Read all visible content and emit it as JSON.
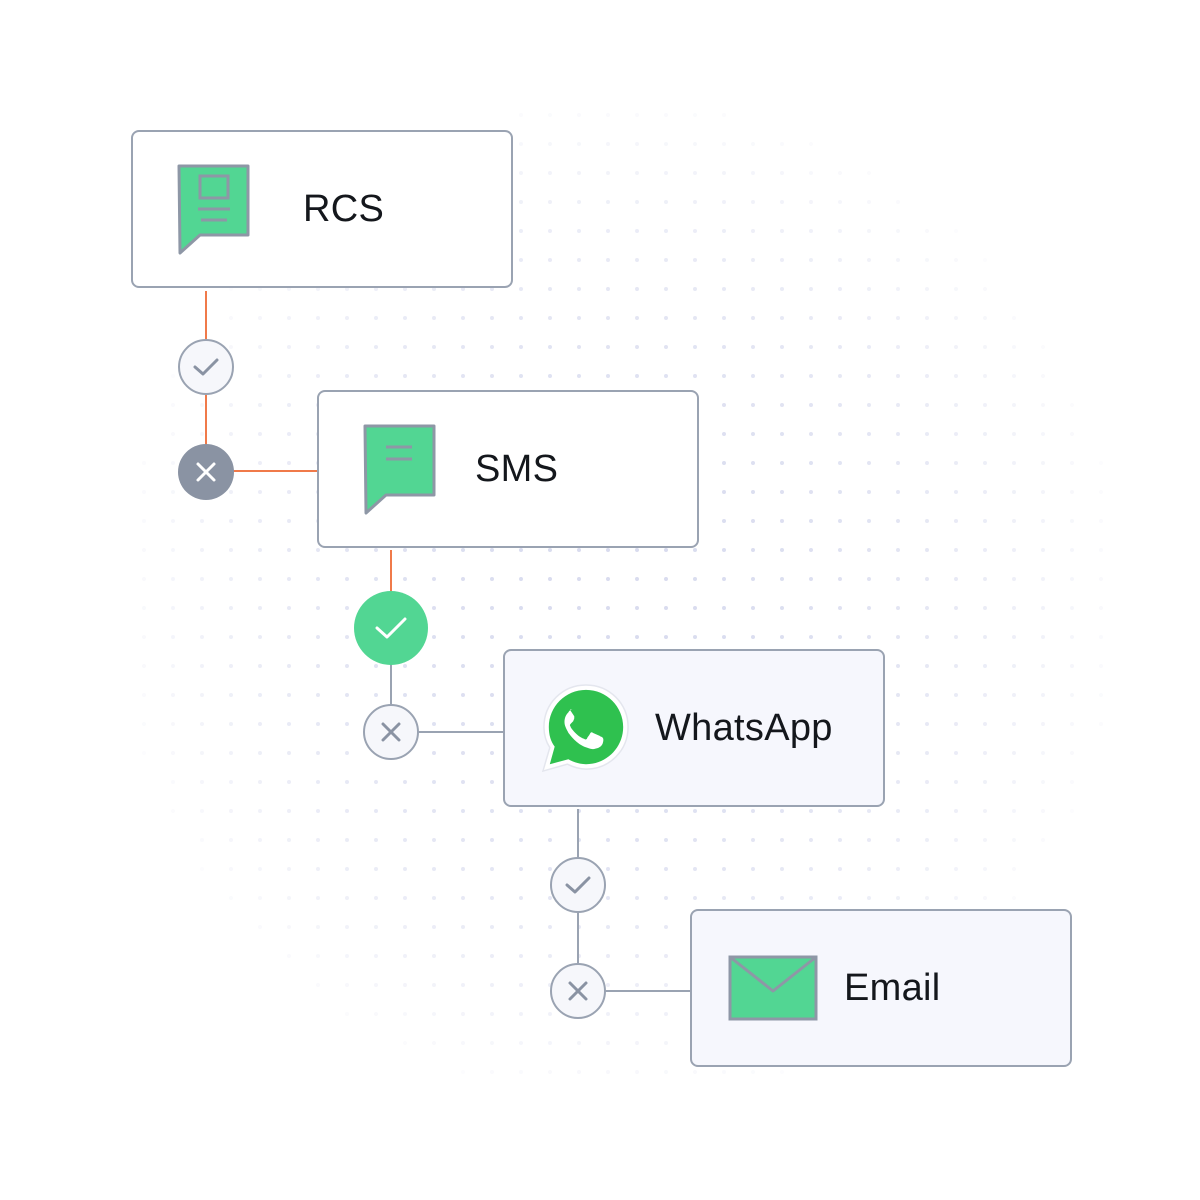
{
  "colors": {
    "accent_green": "#52d693",
    "border_gray": "#9aa3b2",
    "active_path": "#f07a4a",
    "dot_color": "#d9dcef"
  },
  "channels": [
    {
      "id": "rcs",
      "label": "RCS",
      "icon": "rcs-chat-icon"
    },
    {
      "id": "sms",
      "label": "SMS",
      "icon": "sms-chat-icon"
    },
    {
      "id": "whatsapp",
      "label": "WhatsApp",
      "icon": "whatsapp-icon"
    },
    {
      "id": "email",
      "label": "Email",
      "icon": "envelope-icon"
    }
  ],
  "statuses": [
    {
      "after": "RCS",
      "kind": "success",
      "state": "inactive",
      "icon": "check-icon"
    },
    {
      "after": "RCS",
      "kind": "failure",
      "state": "active",
      "icon": "close-icon"
    },
    {
      "after": "SMS",
      "kind": "success",
      "state": "active",
      "icon": "check-icon"
    },
    {
      "after": "SMS",
      "kind": "failure",
      "state": "inactive",
      "icon": "close-icon"
    },
    {
      "after": "WhatsApp",
      "kind": "success",
      "state": "inactive",
      "icon": "check-icon"
    },
    {
      "after": "WhatsApp",
      "kind": "failure",
      "state": "inactive",
      "icon": "close-icon"
    }
  ]
}
